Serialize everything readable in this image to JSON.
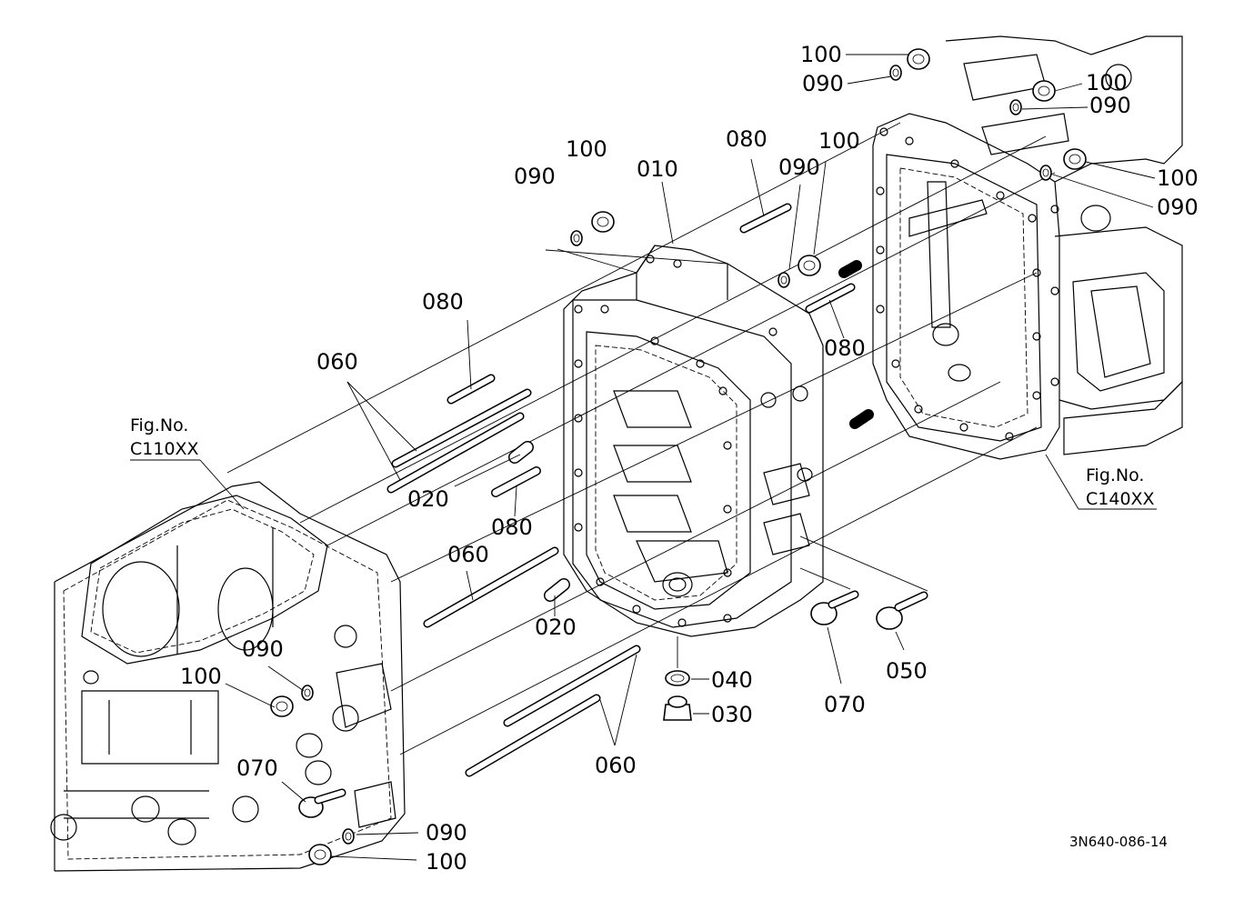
{
  "figure_id": "3N640-086-14",
  "callouts": [
    {
      "id": "c1",
      "text": "100"
    },
    {
      "id": "c2",
      "text": "090"
    },
    {
      "id": "c3",
      "text": "100"
    },
    {
      "id": "c4",
      "text": "090"
    },
    {
      "id": "c5",
      "text": "100"
    },
    {
      "id": "c6",
      "text": "090"
    },
    {
      "id": "c7",
      "text": "100"
    },
    {
      "id": "c8",
      "text": "090"
    },
    {
      "id": "c9",
      "text": "010"
    },
    {
      "id": "c10",
      "text": "080"
    },
    {
      "id": "c11",
      "text": "100"
    },
    {
      "id": "c12",
      "text": "090"
    },
    {
      "id": "c13",
      "text": "080"
    },
    {
      "id": "c14",
      "text": "080"
    },
    {
      "id": "c15",
      "text": "060"
    },
    {
      "id": "c16",
      "text": "020"
    },
    {
      "id": "c17",
      "text": "080"
    },
    {
      "id": "c18",
      "text": "060"
    },
    {
      "id": "c19",
      "text": "020"
    },
    {
      "id": "c20",
      "text": "090"
    },
    {
      "id": "c21",
      "text": "100"
    },
    {
      "id": "c22",
      "text": "040"
    },
    {
      "id": "c23",
      "text": "030"
    },
    {
      "id": "c24",
      "text": "070"
    },
    {
      "id": "c25",
      "text": "050"
    },
    {
      "id": "c26",
      "text": "070"
    },
    {
      "id": "c27",
      "text": "060"
    },
    {
      "id": "c28",
      "text": "090"
    },
    {
      "id": "c29",
      "text": "100"
    }
  ],
  "figure_refs": [
    {
      "label": "Fig.No.",
      "code": "C110XX"
    },
    {
      "label": "Fig.No.",
      "code": "C140XX"
    }
  ]
}
